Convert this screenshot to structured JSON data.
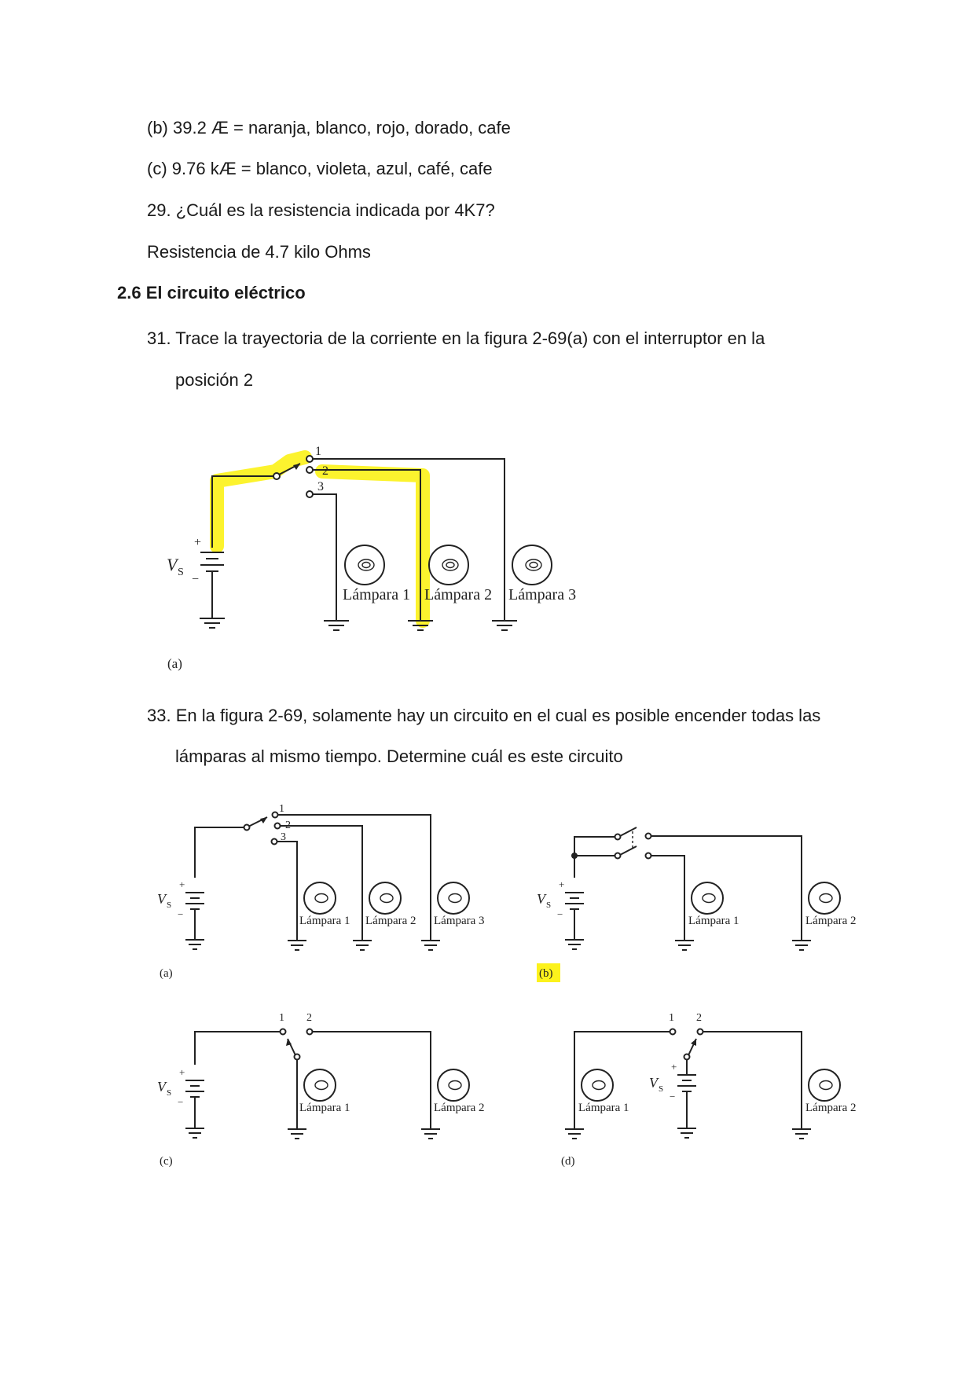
{
  "lines": {
    "b": "(b) 39.2 Æ = naranja, blanco, rojo, dorado, cafe",
    "c": "(c) 9.76 kÆ = blanco, violeta, azul, café, cafe",
    "q29": "29. ¿Cuál es la resistencia indicada por 4K7?",
    "a29": "Resistencia de 4.7 kilo Ohms",
    "section": "2.6  El circuito eléctrico",
    "q31_l1": "31. Trace la trayectoria de la corriente en la figura 2-69(a) con el interruptor en la",
    "q31_l2": "posición 2",
    "q33_l1": "33. En la figura 2-69, solamente hay un circuito en el cual es posible encender todas las",
    "q33_l2": "lámparas al mismo tiempo. Determine cuál es este circuito"
  },
  "fig1": {
    "vs": "V",
    "vs_sub": "S",
    "plus": "+",
    "minus": "−",
    "pos1": "1",
    "pos2": "2",
    "pos3": "3",
    "lamp1": "Lámpara 1",
    "lamp2": "Lámpara 2",
    "lamp3": "Lámpara 3",
    "caption": "(a)"
  },
  "fig2": {
    "vs": "V",
    "vs_sub": "S",
    "plus": "+",
    "minus": "−",
    "pos1": "1",
    "pos2": "2",
    "pos3": "3",
    "lamp1": "Lámpara 1",
    "lamp2": "Lámpara 2",
    "lamp3": "Lámpara 3",
    "cap_a": "(a)",
    "cap_b": "(b)",
    "cap_c": "(c)",
    "cap_d": "(d)"
  },
  "highlight_color": "#fcf21c"
}
